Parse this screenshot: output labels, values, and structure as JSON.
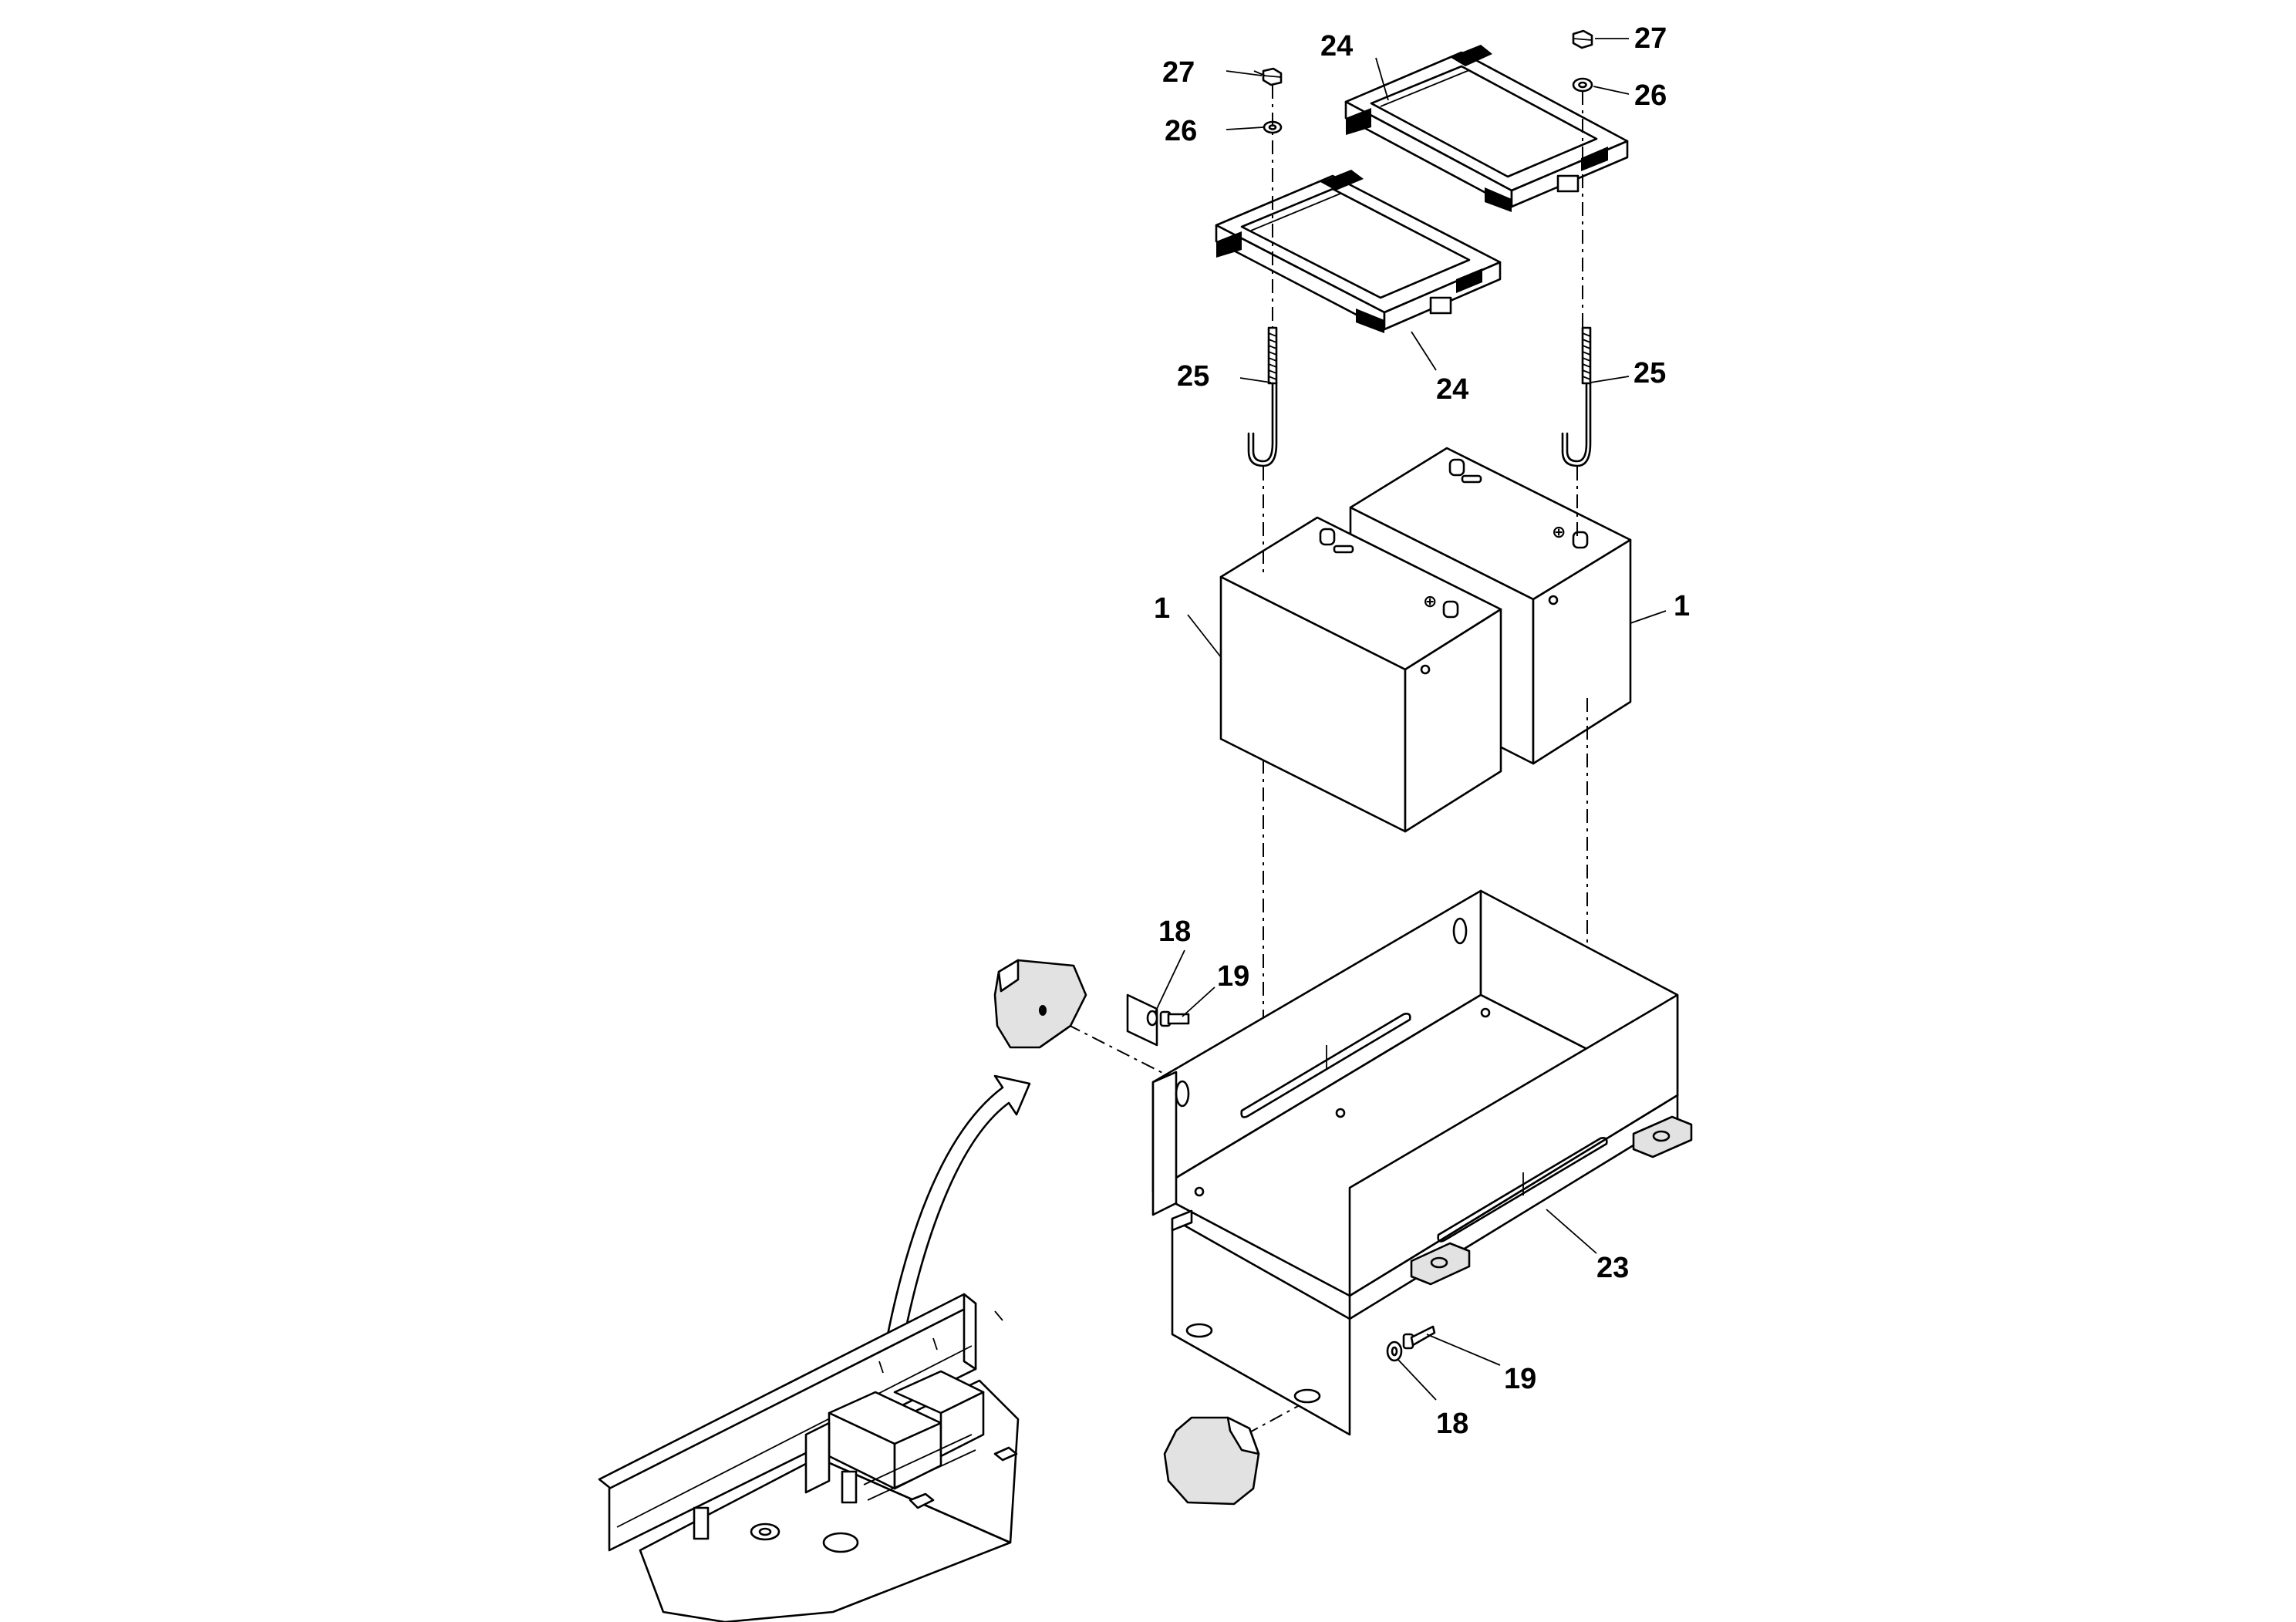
{
  "figure": {
    "labels": {
      "n1_left": "1",
      "n1_right": "1",
      "n18_upper": "18",
      "n19_upper": "19",
      "n18_lower": "18",
      "n19_lower": "19",
      "n23": "23",
      "n24_top": "24",
      "n24_lower": "24",
      "n25_left": "25",
      "n25_right": "25",
      "n26_left": "26",
      "n26_right": "26",
      "n27_left": "27",
      "n27_right": "27"
    }
  }
}
